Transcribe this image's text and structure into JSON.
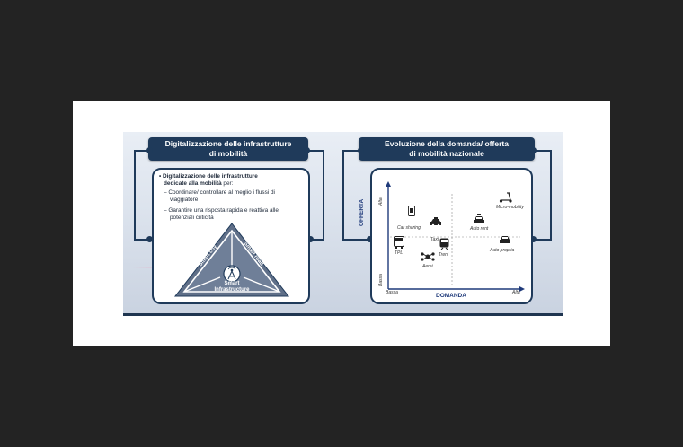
{
  "left_panel": {
    "title_line1": "Digitalizzazione delle infrastrutture",
    "title_line2": "di mobilità",
    "heading_line1": "Digitalizzazione delle infrastrutture",
    "heading_line2_bold": "dedicate alla mobilità",
    "heading_line2_rest": " per:",
    "bullet1_line1": "Coordinare/ controllare al meglio i flussi di",
    "bullet1_line2": "viaggiatore",
    "bullet2_line1": "Garantire una risposta rapida e reattiva alle",
    "bullet2_line2": "potenziali criticità",
    "triangle_left": "Smart city",
    "triangle_right": "Smart road",
    "center_line1": "Smart",
    "center_line2": "Infrastructure"
  },
  "right_panel": {
    "title_line1": "Evoluzione della domanda/ offerta",
    "title_line2": "di mobilità nazionale",
    "y_axis": "OFFERTA",
    "x_axis": "DOMANDA",
    "y_high": "Alta",
    "y_low": "Bassa",
    "x_low": "Bassa",
    "x_high": "Alta",
    "items": {
      "car_sharing": "Car sharing",
      "taxi": "Taxi",
      "tpl": "TPL",
      "treni": "Treni",
      "aerei": "Aerei",
      "micro": "Micro-mobility",
      "auto_rent": "Auto rent",
      "auto_propria": "Auto propria"
    }
  },
  "colors": {
    "navy": "#1f3a5a",
    "axis_blue": "#1f3a7a",
    "backdrop": "#232323"
  }
}
